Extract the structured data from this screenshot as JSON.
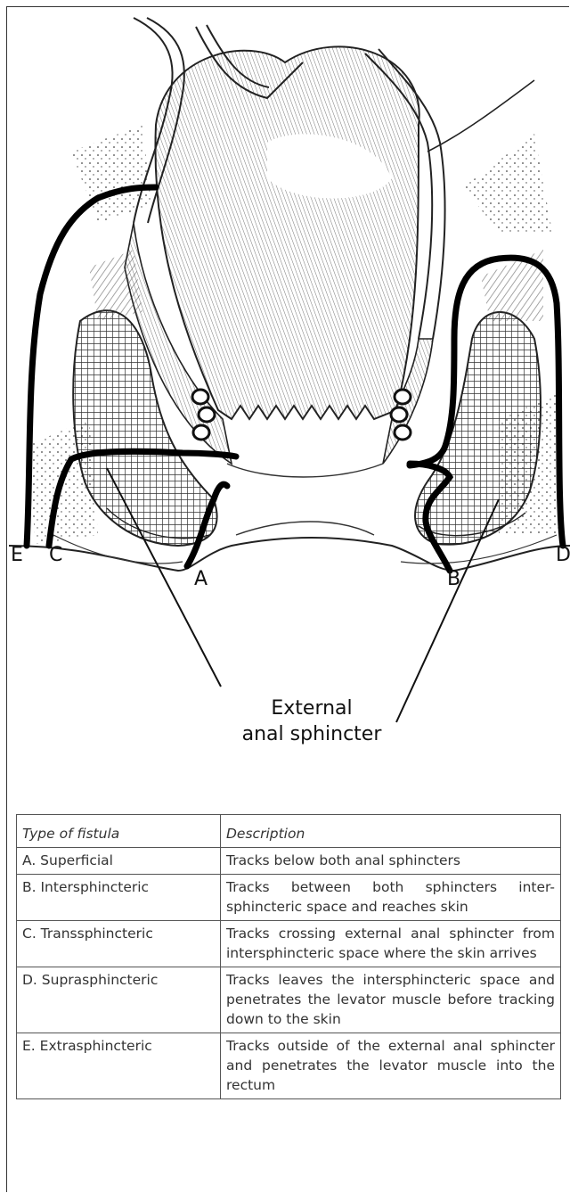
{
  "figure": {
    "labels": {
      "E": "E",
      "C": "C",
      "A": "A",
      "B": "B",
      "D": "D"
    },
    "caption": {
      "line1": "External",
      "line2": "anal sphincter"
    }
  },
  "table": {
    "headers": {
      "type": "Type of fistula",
      "description": "Description"
    },
    "rows": [
      {
        "type": "A. Superficial",
        "description": "Tracks below both anal sphincters"
      },
      {
        "type": "B. Intersphincteric",
        "description": "Tracks between both sphincters inter-sphincteric space and reaches skin"
      },
      {
        "type": "C. Transsphincteric",
        "description": "Tracks crossing external anal sphincter from intersphincteric space where the skin arrives"
      },
      {
        "type": "D. Suprasphincteric",
        "description": "Tracks leaves the intersphincteric space and penetrates the levator muscle before tracking down to the skin"
      },
      {
        "type": "E. Extrasphincteric",
        "description": "Tracks outside of the external anal sphincter and penetrates the levator muscle into the rectum"
      }
    ]
  }
}
